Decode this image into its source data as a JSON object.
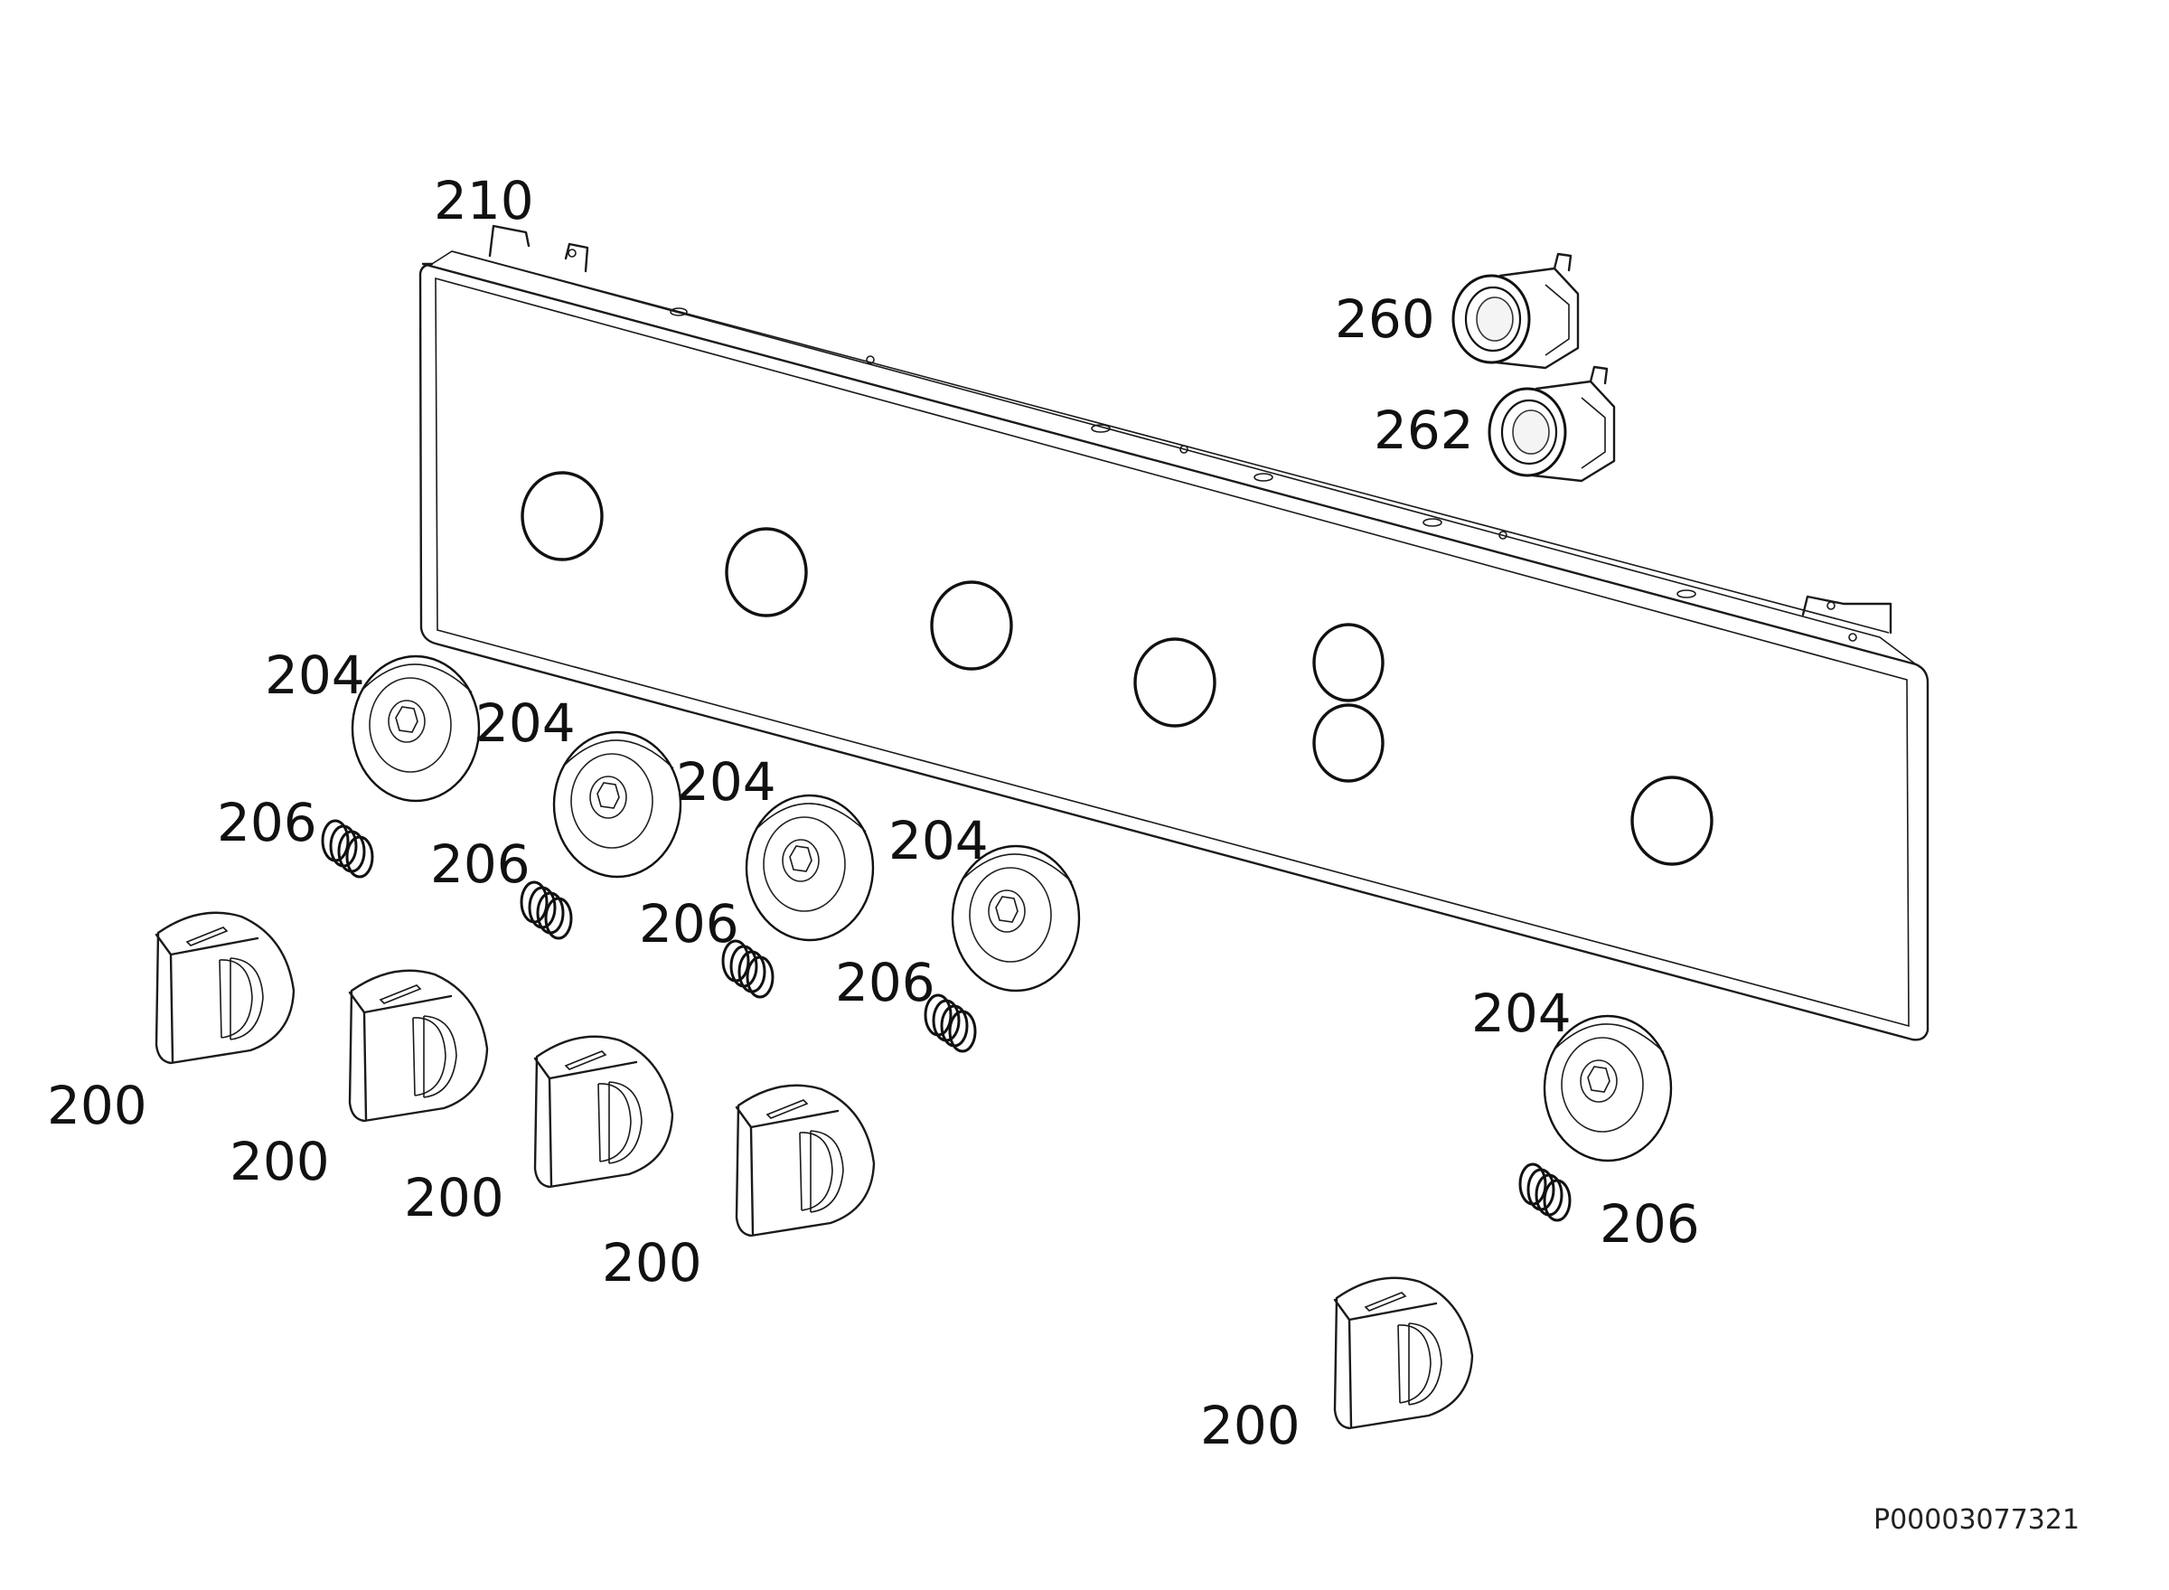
{
  "labels": {
    "panel": "210",
    "lamp_upper": "260",
    "lamp_lower": "262",
    "collar": "204",
    "spring": "206",
    "knob": "200"
  },
  "document_id": "P00003077321"
}
